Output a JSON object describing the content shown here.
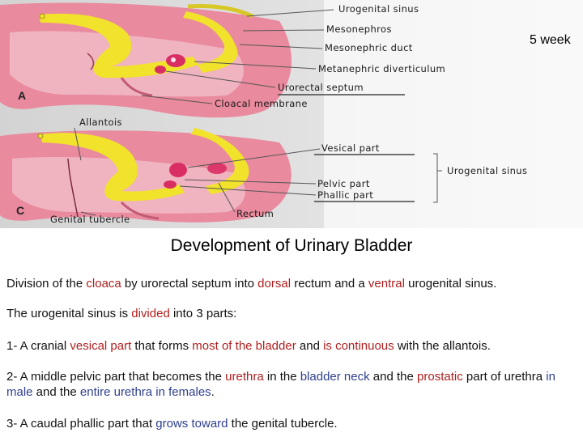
{
  "figure": {
    "labels_a": {
      "urogenital_sinus": "Urogenital sinus",
      "mesonephros": "Mesonephros",
      "mesonephric_duct": "Mesonephric duct",
      "metanephric_diverticulum": "Metanephric diverticulum",
      "urorectal_septum": "Urorectal septum",
      "cloacal_membrane": "Cloacal membrane"
    },
    "labels_c": {
      "allantois": "Allantois",
      "vesical_part": "Vesical part",
      "urogenital_sinus": "Urogenital sinus",
      "pelvic_part": "Pelvic part",
      "phallic_part": "Phallic part",
      "genital_tubercle": "Genital tubercle",
      "rectum": "Rectum"
    },
    "panel_a": "A",
    "panel_c": "C",
    "week": "5 week",
    "colors": {
      "tissue": "#e98a9e",
      "tissue_light": "#f2c4ce",
      "duct": "#f1e22c",
      "lumen": "#d92e64",
      "background": "#cfcfcf"
    }
  },
  "title": "Development of Urinary Bladder",
  "paragraphs": {
    "p1": {
      "s1": "Division of the ",
      "s2": "cloaca",
      "s3": " by urorectal septum into ",
      "s4": "dorsal",
      "s5": " rectum and a ",
      "s6": "ventral",
      "s7": " urogenital sinus."
    },
    "p2": {
      "s1": "The urogenital sinus is ",
      "s2": "divided",
      "s3": " into 3 parts:"
    },
    "p3": {
      "s1": "1- A cranial ",
      "s2": "vesical part",
      "s3": " that forms ",
      "s4": "most of the bladder",
      "s5": " and ",
      "s6": "is continuous",
      "s7": " with the allantois."
    },
    "p4": {
      "s1": "2- A middle pelvic part that becomes the ",
      "s2": "urethra",
      "s3": " in the ",
      "s4": "bladder neck",
      "s5": " and the ",
      "s6": "prostatic",
      "s7": " part of urethra ",
      "s8": "in male",
      "s9": " and the ",
      "s10": "entire urethra",
      "s11": " ",
      "s12": "in females",
      "s13": "."
    },
    "p5": {
      "s1": "3- A caudal phallic part that ",
      "s2": "grows toward",
      "s3": " the genital tubercle."
    }
  }
}
